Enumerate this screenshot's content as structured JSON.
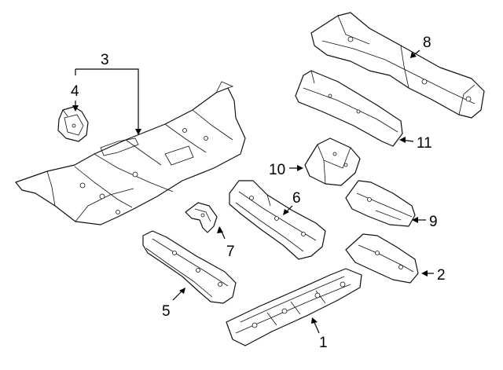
{
  "callouts": {
    "c1": "1",
    "c2": "2",
    "c3": "3",
    "c4": "4",
    "c5": "5",
    "c6": "6",
    "c7": "7",
    "c8": "8",
    "c9": "9",
    "c10": "10",
    "c11": "11"
  },
  "colors": {
    "line": "#111111",
    "background": "#ffffff"
  }
}
